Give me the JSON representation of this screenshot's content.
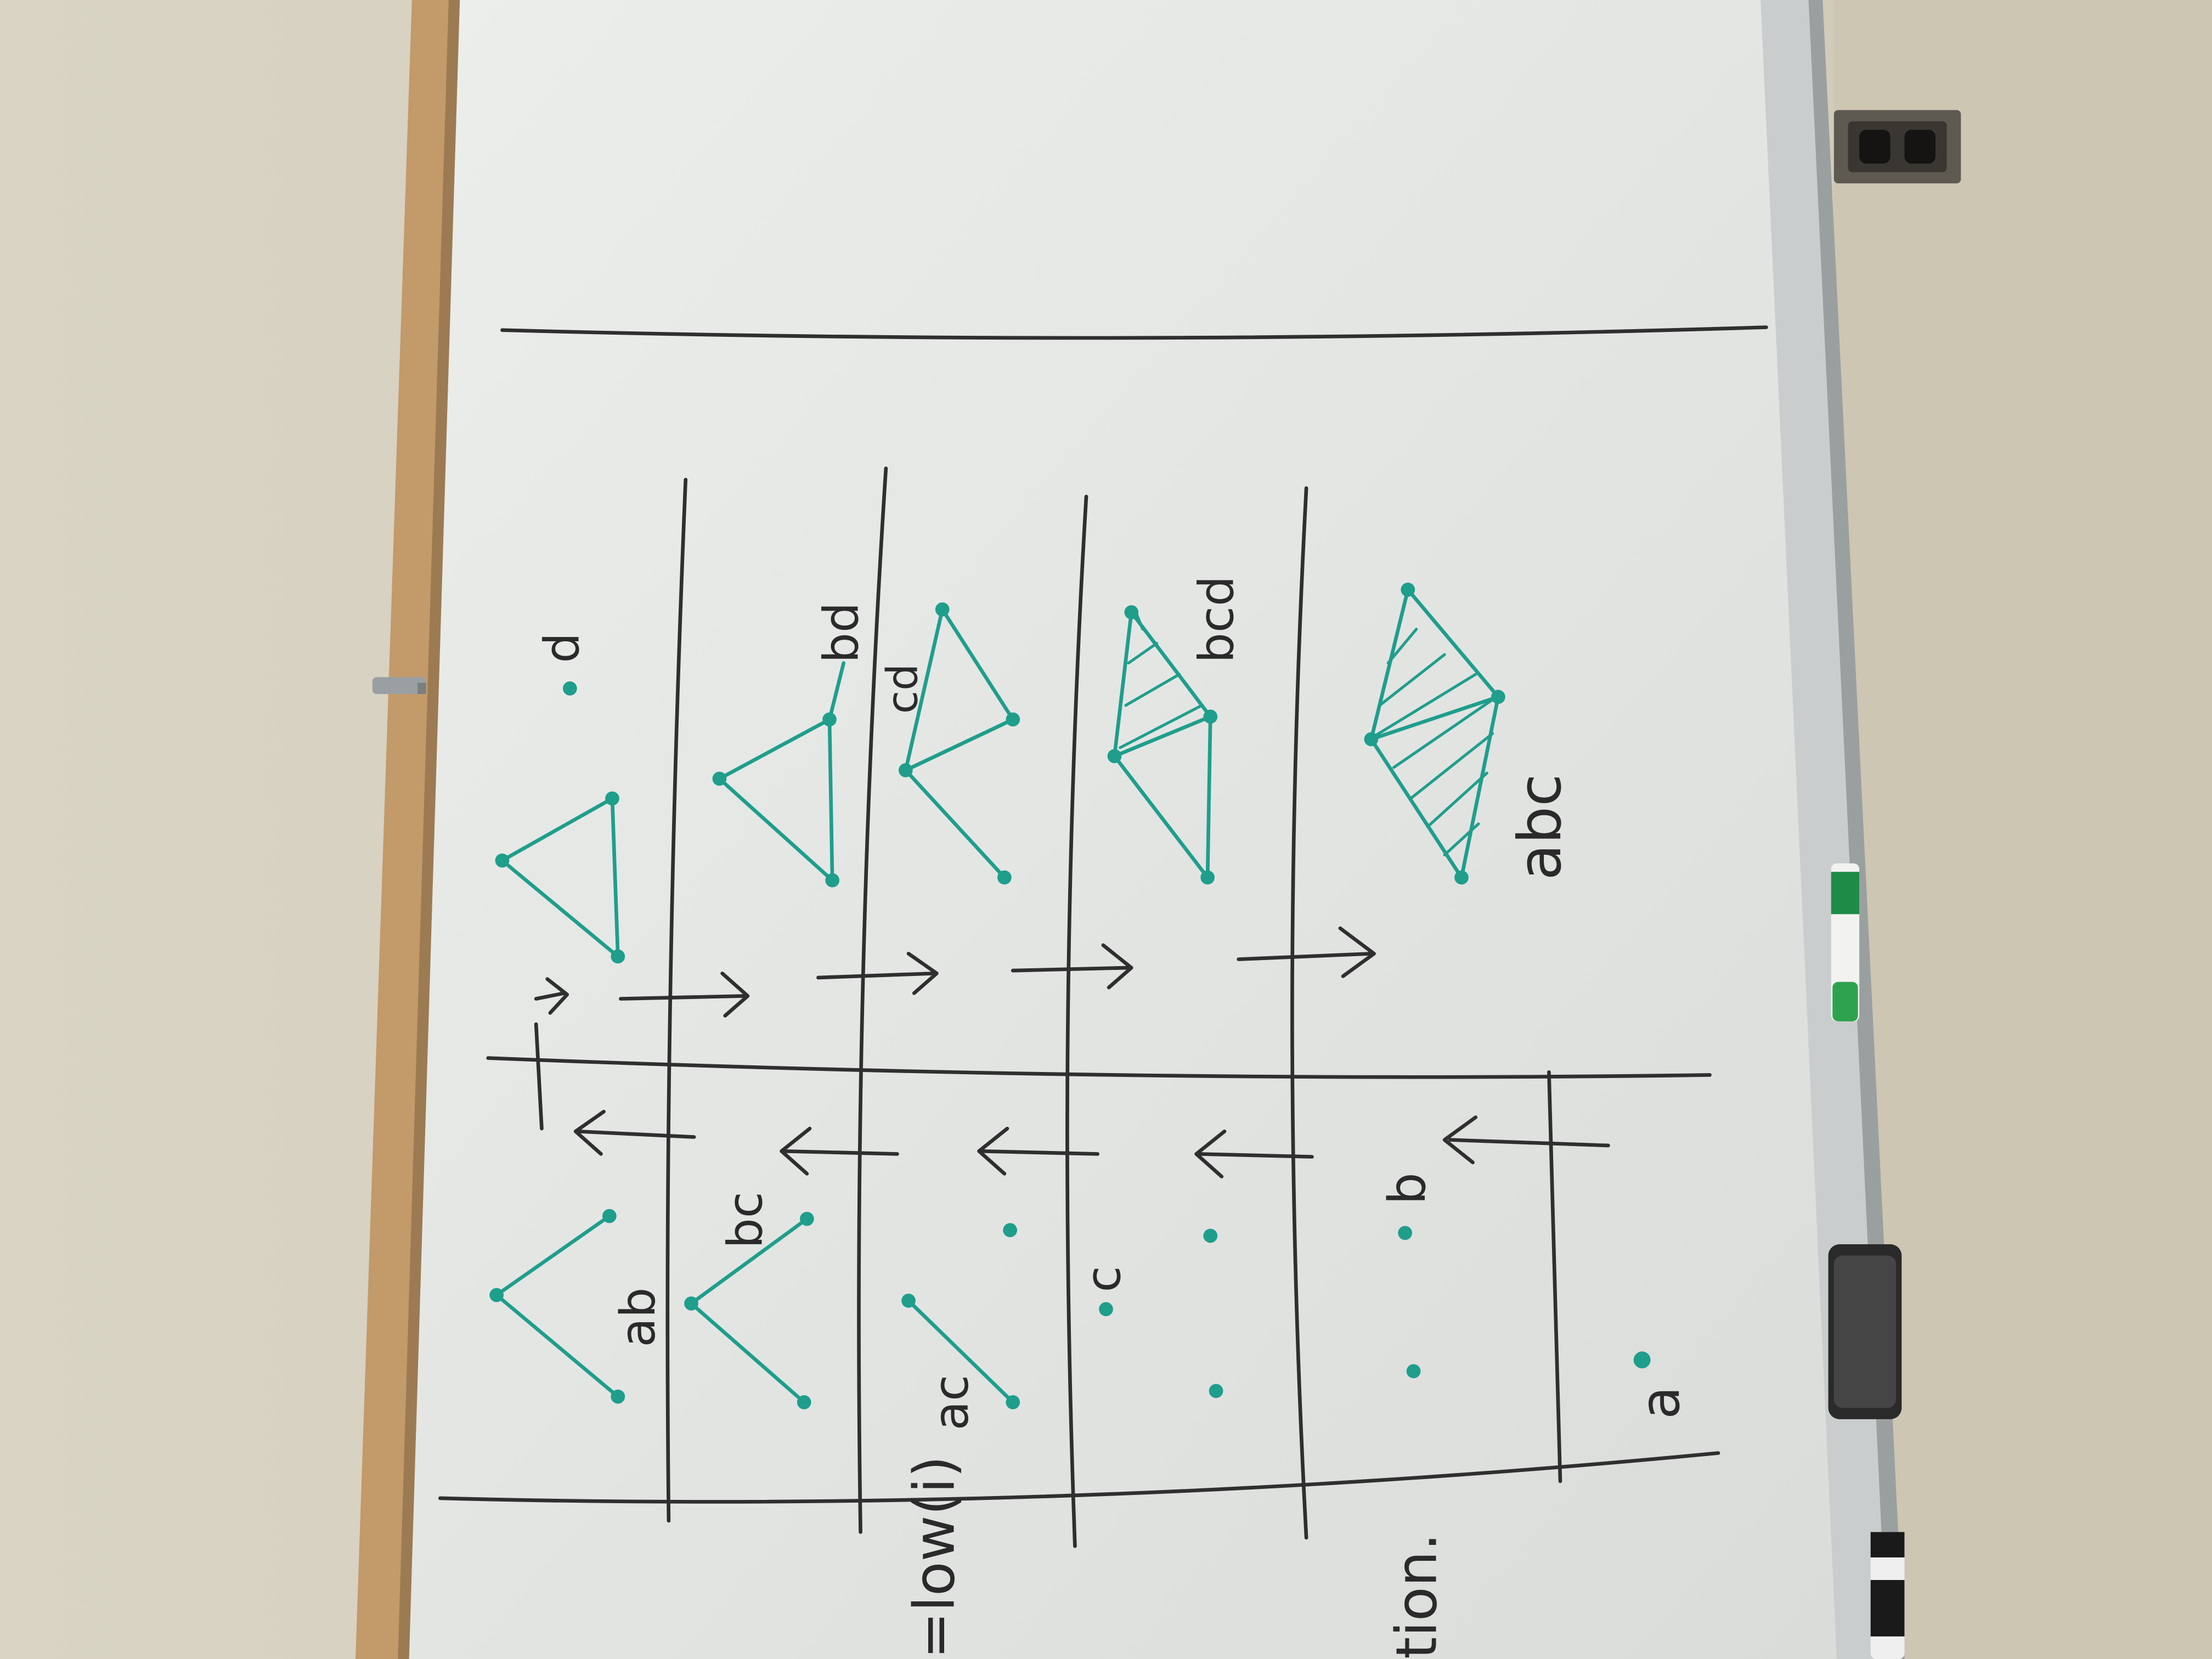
{
  "scene": {
    "wall_color": "#d7d2c4",
    "board_color": "#e4e6e4",
    "frame_color": "#c9cdcd",
    "wood_trim_color": "#c39a6a",
    "ink_black": "#2f2f2f",
    "ink_teal": "#1f9e8c"
  },
  "board_labels": {
    "d": "d",
    "ab": "ab",
    "bc": "bc",
    "bd": "bd",
    "cd": "cd",
    "ac": "ac",
    "c": "c",
    "bcd": "bcd",
    "b": "b",
    "abc": "abc",
    "a": "a",
    "low_fragment": "=low(i)",
    "tion_fragment": "tion."
  },
  "objects": {
    "marker_green": "marker-green-icon",
    "marker_black": "marker-black-icon",
    "eraser": "eraser-icon",
    "outlet": "outlet-icon"
  }
}
